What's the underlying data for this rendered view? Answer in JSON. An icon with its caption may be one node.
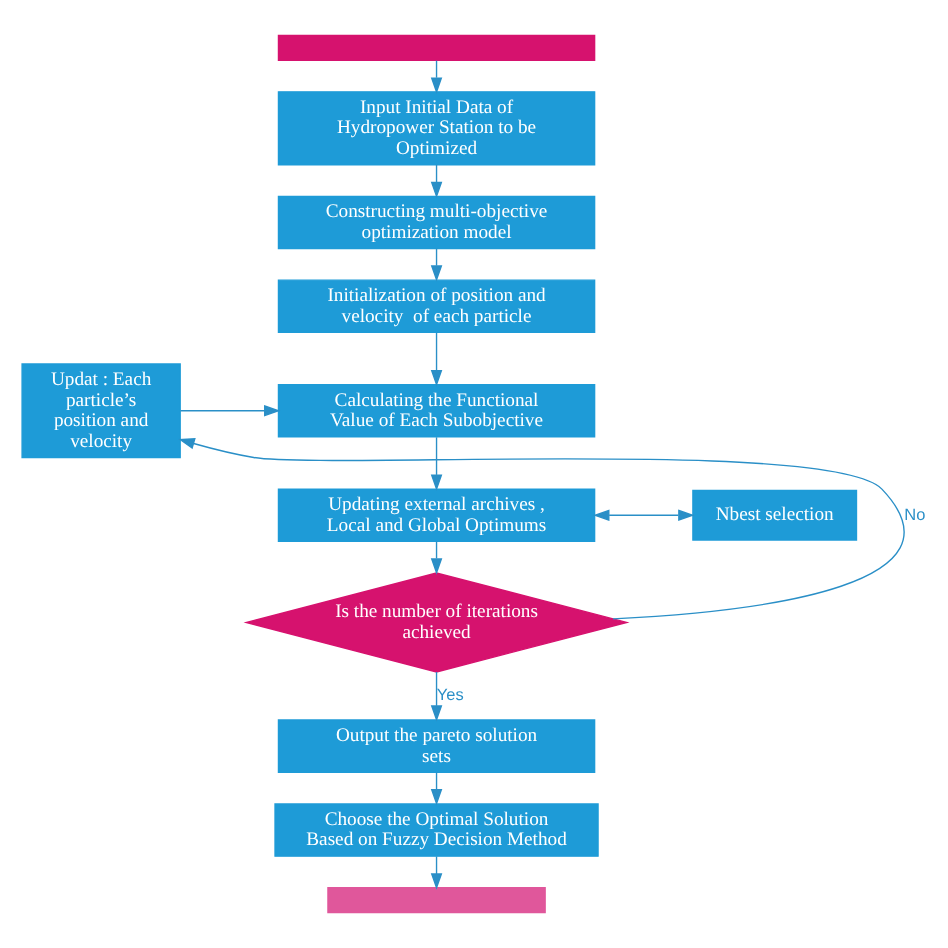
{
  "diagram": {
    "nodes": [
      {
        "text": [],
        "shape": "box"
      },
      {
        "text": [
          "Input Initial Data of Hydropower Station to be Optimized"
        ]
      },
      {
        "text": [
          "Constructing multi-objective optimization model"
        ]
      },
      {
        "text": [
          "Initialization of position and velocity  of each particle"
        ]
      },
      {
        "text": [
          "Updat : Each particle’s position and velocity"
        ]
      },
      {
        "text": [
          "Calculating the Functional Value of Each Subobjective"
        ]
      },
      {
        "text": [
          "Updating external archives , Local and Global Optimums"
        ]
      },
      {
        "text": [
          "Nbest selection"
        ]
      },
      {
        "text": [
          "Is the number of iterations achieved"
        ]
      },
      {
        "text": [
          "Output the pareto solution sets"
        ]
      },
      {
        "text": [
          "Choose the Optimal Solution Based on Fuzzy Decision Method"
        ]
      },
      {
        "text": [],
        "shape": "box"
      }
    ],
    "edges": [
      {
        "from": 0,
        "to": 1,
        "arrow": "to"
      },
      {
        "from": 1,
        "to": 2,
        "arrow": "to"
      },
      {
        "from": 2,
        "to": 3,
        "arrow": "to"
      },
      {
        "from": 3,
        "to": 5,
        "arrow": "to"
      },
      {
        "from": 4,
        "to": 5,
        "arrow": "to"
      },
      {
        "from": 5,
        "to": 6,
        "arrow": "to"
      },
      {
        "from": 6,
        "to": 7,
        "arrow": "both"
      },
      {
        "from": 6,
        "to": 8,
        "arrow": "to"
      },
      {
        "from": 8,
        "to": 4,
        "arrow": "to",
        "label": "No"
      },
      {
        "from": 8,
        "to": 9,
        "arrow": "to",
        "label": "Yes"
      },
      {
        "from": 9,
        "to": 10,
        "arrow": "to"
      },
      {
        "from": 10,
        "to": 11,
        "arrow": "to"
      }
    ]
  }
}
